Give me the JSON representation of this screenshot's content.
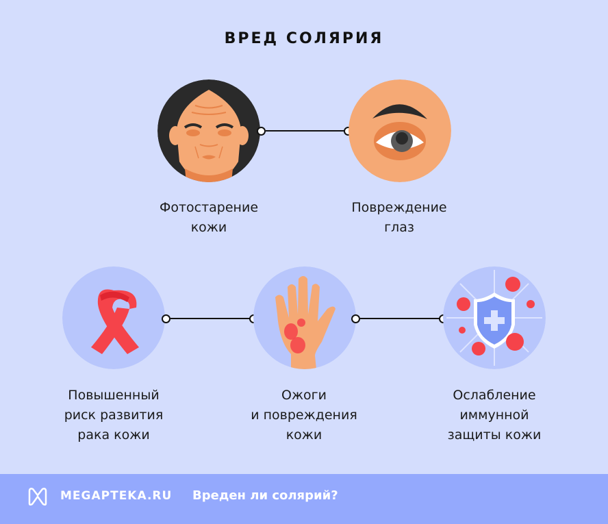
{
  "title": "ВРЕД СОЛЯРИЯ",
  "items": [
    {
      "id": "photoaging",
      "icon": "aged-face-icon",
      "line1": "Фотостарение",
      "line2": "кожи",
      "line3": ""
    },
    {
      "id": "eye-damage",
      "icon": "eye-icon",
      "line1": "Повреждение",
      "line2": "глаз",
      "line3": ""
    },
    {
      "id": "cancer-risk",
      "icon": "ribbon-icon",
      "line1": "Повышенный",
      "line2": "риск развития",
      "line3": "рака кожи"
    },
    {
      "id": "burns",
      "icon": "burned-hand-icon",
      "line1": "Ожоги",
      "line2": "и повреждения",
      "line3": "кожи"
    },
    {
      "id": "immunity",
      "icon": "shield-virus-icon",
      "line1": "Ослабление",
      "line2": "иммунной",
      "line3": "защиты кожи"
    }
  ],
  "footer": {
    "brand": "MEGAPTEKA.RU",
    "text": "Вреден ли солярий?"
  },
  "colors": {
    "background": "#d4ddfd",
    "footer": "#94a9fd",
    "skin": "#f5a975",
    "circle_light": "#b8c6fc",
    "red": "#f5434a"
  }
}
